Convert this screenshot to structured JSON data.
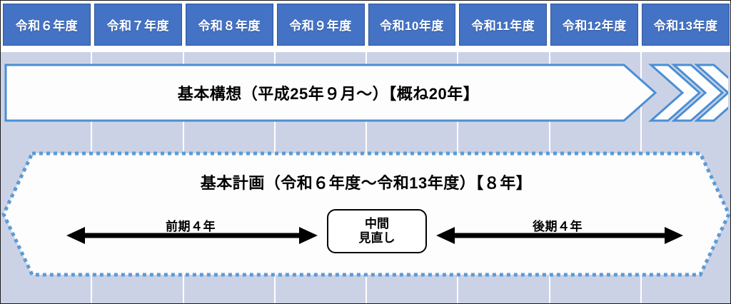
{
  "figure": {
    "title": "基本構想・基本計画 期間図",
    "colors": {
      "header_fill": "#4472c4",
      "header_border": "#2f5597",
      "header_text": "#ffffff",
      "band_background": "#ccd2e6",
      "banner_border": "#4a8fd4",
      "banner_fill": "#fdfdfd",
      "chevron_border": "#4a8fd4",
      "hexagon_border": "#5b9bd5",
      "hexagon_fill": "#fdfdfd",
      "arrow_color": "#000000",
      "text_color": "#000000"
    }
  },
  "timeline": {
    "years": [
      {
        "label": "令和６年度"
      },
      {
        "label": "令和７年度"
      },
      {
        "label": "令和８年度"
      },
      {
        "label": "令和９年度"
      },
      {
        "label": "令和10年度"
      },
      {
        "label": "令和11年度"
      },
      {
        "label": "令和12年度"
      },
      {
        "label": "令和13年度"
      }
    ]
  },
  "basic_concept": {
    "label": "基本構想（平成25年９月～）【概ね20年】",
    "chevron_count": 3
  },
  "basic_plan": {
    "title": "基本計画（令和６年度～令和13年度）【８年】",
    "early_period": "前期４年",
    "late_period": "後期４年",
    "midterm_review": {
      "line1": "中間",
      "line2": "見直し"
    }
  }
}
